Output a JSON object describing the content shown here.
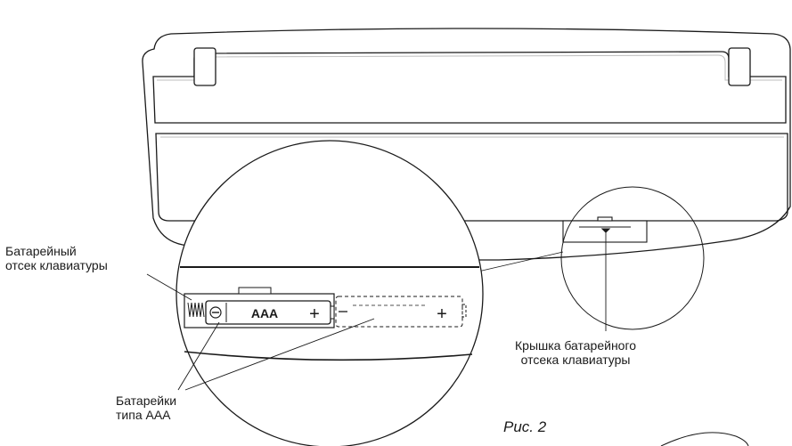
{
  "labels": {
    "compartment": [
      "Батарейный",
      "отсек клавиатуры"
    ],
    "cover": [
      "Крышка батарейного",
      "отсека клавиатуры"
    ],
    "batteries": [
      "Батарейки",
      "типа AAA"
    ],
    "figure": "Рис. 2"
  },
  "battery": {
    "type": "AAA",
    "minus": "⊖",
    "plus": "+",
    "ghost_minus": "–",
    "ghost_plus": "+"
  }
}
